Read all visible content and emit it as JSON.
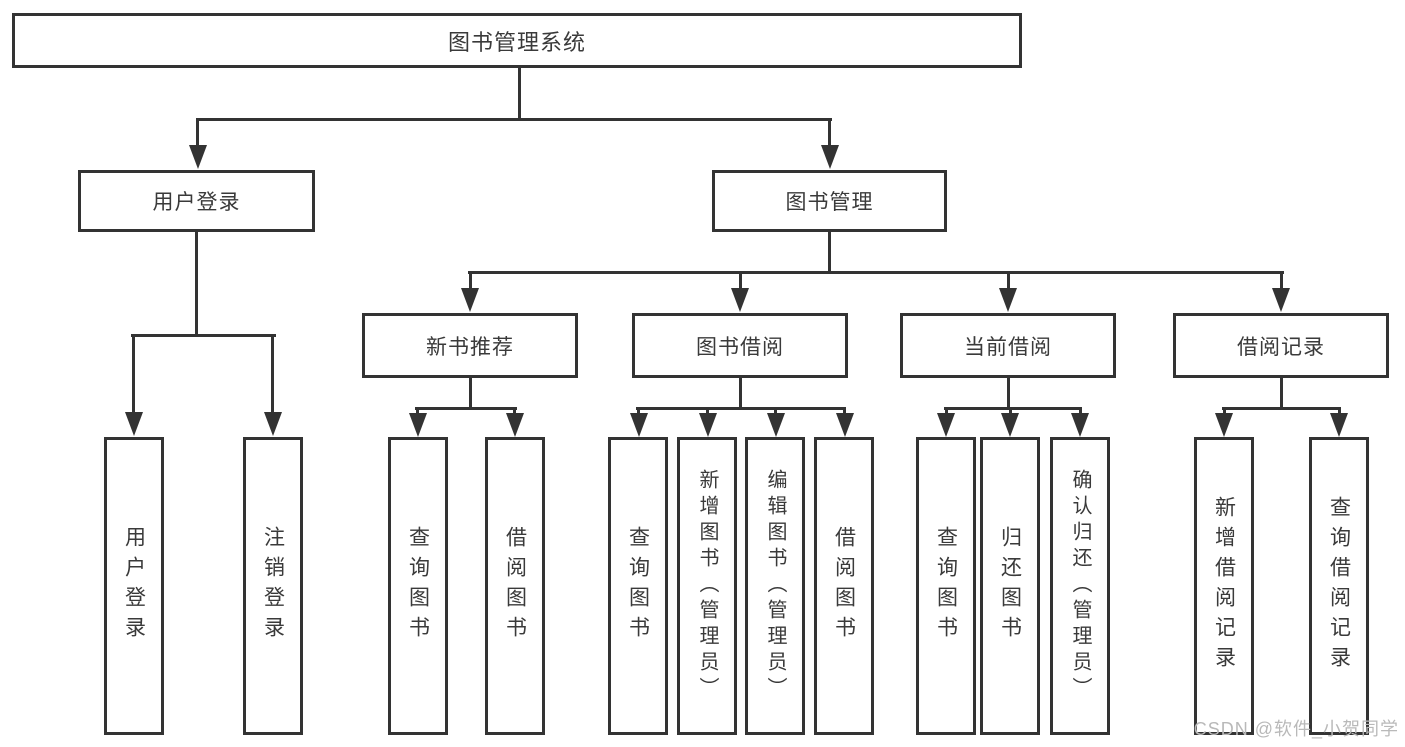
{
  "tree": {
    "root": {
      "label": "图书管理系统"
    },
    "branches": [
      {
        "label": "用户登录",
        "children": [
          {
            "label": "用户登录"
          },
          {
            "label": "注销登录"
          }
        ]
      },
      {
        "label": "图书管理",
        "groups": [
          {
            "label": "新书推荐",
            "children": [
              {
                "label": "查询图书"
              },
              {
                "label": "借阅图书"
              }
            ]
          },
          {
            "label": "图书借阅",
            "children": [
              {
                "label": "查询图书"
              },
              {
                "label": "新增图书（管理员）"
              },
              {
                "label": "编辑图书（管理员）"
              },
              {
                "label": "借阅图书"
              }
            ]
          },
          {
            "label": "当前借阅",
            "children": [
              {
                "label": "查询图书"
              },
              {
                "label": "归还图书"
              },
              {
                "label": "确认归还（管理员）"
              }
            ]
          },
          {
            "label": "借阅记录",
            "children": [
              {
                "label": "新增借阅记录"
              },
              {
                "label": "查询借阅记录"
              }
            ]
          }
        ]
      }
    ]
  },
  "watermark": {
    "text": "CSDN @软件_小贺同学"
  },
  "colors": {
    "line": "#333333",
    "text": "#3a3a3a",
    "watermark": "#b9b9b9",
    "background": "#ffffff"
  }
}
